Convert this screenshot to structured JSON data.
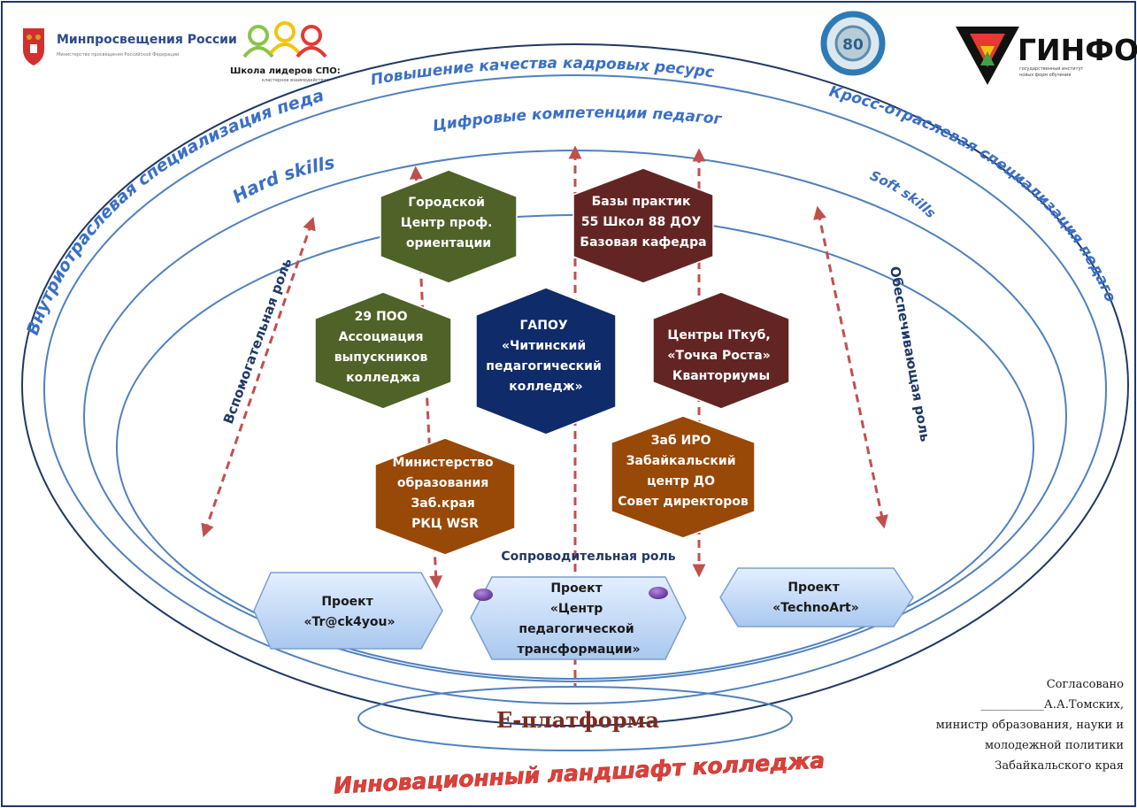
{
  "logos": {
    "minpros_name": "Минпросвещения России",
    "minpros_sub": "Министерство просвещения Российской Федерации",
    "school_name": "Школа лидеров СПО:",
    "school_sub": "кластерное взаимодействие",
    "ginfo_name": "ГИНФО",
    "ginfo_sub1": "государственный институт",
    "ginfo_sub2": "новых форм обучения"
  },
  "rings": {
    "outer_top": "Повышение качества  кадровых ресурсов",
    "outer_left": "Внутриотраслевая специализация педагогов",
    "outer_right": "Кросс-отраслевая специализация педагогов",
    "middle_top": "Цифровые компетенции педагогов",
    "hard_skills": "Hard skills",
    "soft_skills": "Soft skills"
  },
  "roles": {
    "auxiliary": "Вспомогательная   роль",
    "supporting": "Обеспечивающая роль",
    "accompanying": "Сопроводительная  роль"
  },
  "hexagons": {
    "city_center": [
      "Городской",
      "Центр проф.",
      "ориентации"
    ],
    "practice_bases": [
      "Базы  практик",
      "55  Школ  88 ДОУ",
      "Базовая кафедра"
    ],
    "poo": [
      "29 ПОО",
      "Ассоциация",
      "выпускников",
      "колледжа"
    ],
    "college": [
      "ГАПОУ",
      "«Читинский",
      "педагогический",
      "колледж»"
    ],
    "itcube": [
      "Центры ITкуб,",
      "«Точка Роста»",
      "Кванториумы"
    ],
    "ministry": [
      "Министерство",
      "образования",
      "Заб.края",
      "РКЦ WSR"
    ],
    "iro": [
      "Заб ИРО",
      "Забайкальский",
      "центр ДО",
      "Совет директоров"
    ]
  },
  "projects": {
    "track": [
      "Проект",
      "«Tr@ck4you»"
    ],
    "center": [
      "Проект",
      "«Центр",
      "педагогической",
      "трансформации»"
    ],
    "techno": [
      "Проект",
      "«TechnoArt»"
    ]
  },
  "platform": "Е-платформа",
  "landscape": "Инновационный  ландшафт  колледжа",
  "approval": {
    "line1": "Согласовано",
    "line2": "___________А.А.Томских,",
    "line3": "министр образования, науки и",
    "line4": "молодежной политики",
    "line5": "Забайкальского края"
  },
  "colors": {
    "frame": "#1f3864",
    "ring": "#4f81bd",
    "ring_text": "#3a6fc4",
    "olive": "#4f6228",
    "maroon": "#632523",
    "navy": "#0f2b6a",
    "brown": "#984807",
    "project_fill": "#c6dcf5",
    "arrow": "#c0504d",
    "landscape_text": "#e0403a",
    "platform_text": "#7a2a20"
  }
}
